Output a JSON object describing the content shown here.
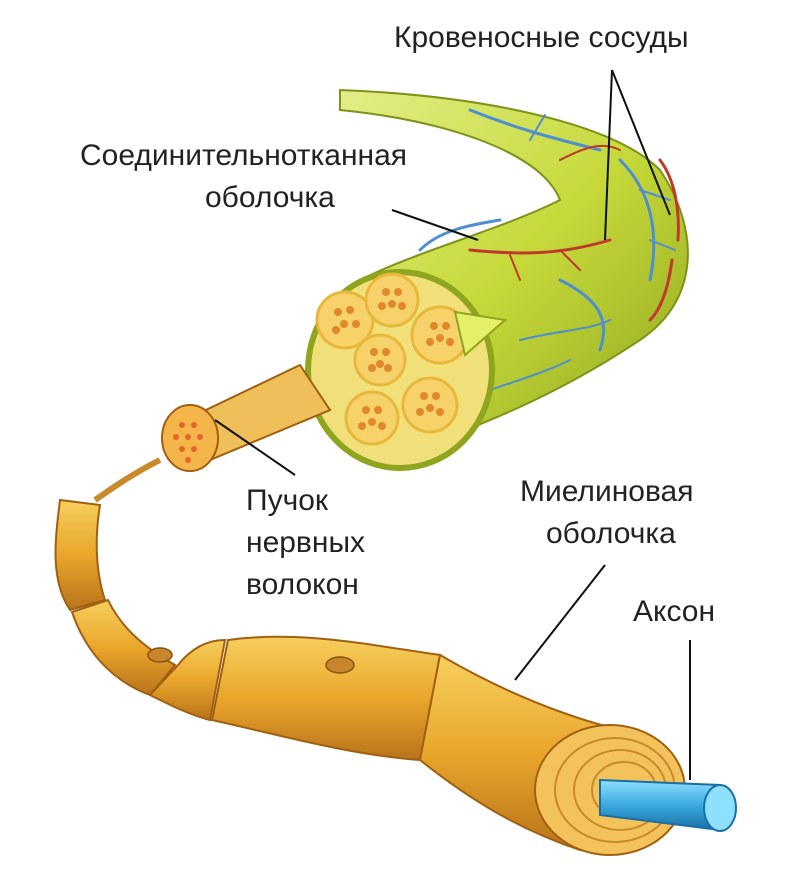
{
  "labels": {
    "blood_vessels": "Кровеносные сосуды",
    "connective_sheath_line1": "Соединительнотканная",
    "connective_sheath_line2": "оболочка",
    "bundle_line1": "Пучок",
    "bundle_line2": "нервных",
    "bundle_line3": "волокон",
    "myelin_line1": "Миелиновая",
    "myelin_line2": "оболочка",
    "axon": "Аксон"
  },
  "colors": {
    "sheath_green": "#c6d93a",
    "sheath_dark": "#8fa51e",
    "fascicle_yellow": "#f1e07a",
    "myelin_orange": "#e9a62b",
    "myelin_dark": "#b8731a",
    "axon_blue": "#3aa9de",
    "vein_blue": "#4d8fd0",
    "artery_red": "#c0392b"
  }
}
